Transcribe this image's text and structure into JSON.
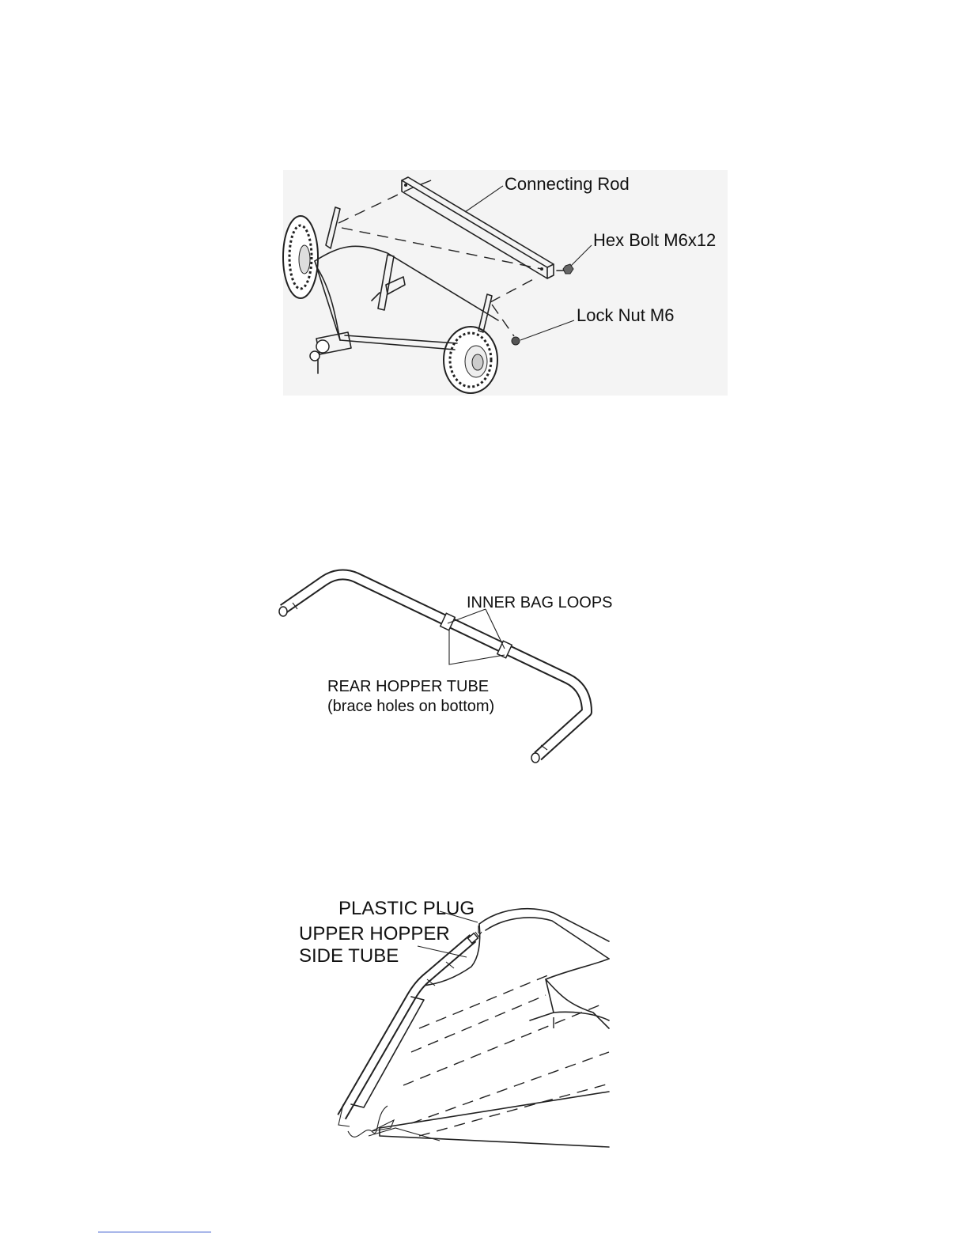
{
  "figure1": {
    "labels": {
      "connecting_rod": "Connecting Rod",
      "hex_bolt": "Hex Bolt M6x12",
      "lock_nut": "Lock Nut M6"
    }
  },
  "figure2": {
    "labels": {
      "inner_bag_loops": "INNER BAG LOOPS",
      "rear_hopper_tube": "REAR HOPPER TUBE",
      "brace_holes": "(brace holes on bottom)"
    }
  },
  "figure3": {
    "labels": {
      "plastic_plug": "PLASTIC PLUG",
      "upper_hopper": "UPPER HOPPER",
      "side_tube": "SIDE TUBE"
    }
  }
}
